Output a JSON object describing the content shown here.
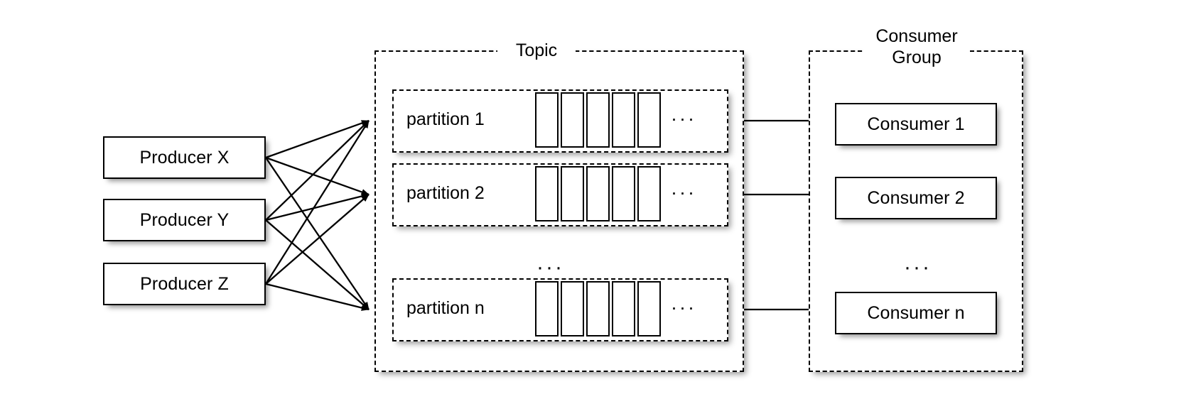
{
  "diagram": {
    "type": "kafka-topic-partition-consumer-group",
    "producers": [
      {
        "label": "Producer X"
      },
      {
        "label": "Producer Y"
      },
      {
        "label": "Producer Z"
      }
    ],
    "topic": {
      "label": "Topic",
      "partitions": [
        {
          "label": "partition 1",
          "message_cells": 5,
          "overflow": "···"
        },
        {
          "label": "partition 2",
          "message_cells": 5,
          "overflow": "···"
        },
        {
          "label": "partition n",
          "message_cells": 5,
          "overflow": "···"
        }
      ],
      "partition_gap_ellipsis": "···"
    },
    "consumer_group": {
      "label": "Consumer\nGroup",
      "consumers": [
        {
          "label": "Consumer 1"
        },
        {
          "label": "Consumer 2"
        },
        {
          "label": "Consumer n"
        }
      ],
      "consumer_gap_ellipsis": "···"
    },
    "colors": {
      "stroke": "#000000",
      "background": "#ffffff",
      "shadow": "rgba(0,0,0,0.40)"
    }
  }
}
